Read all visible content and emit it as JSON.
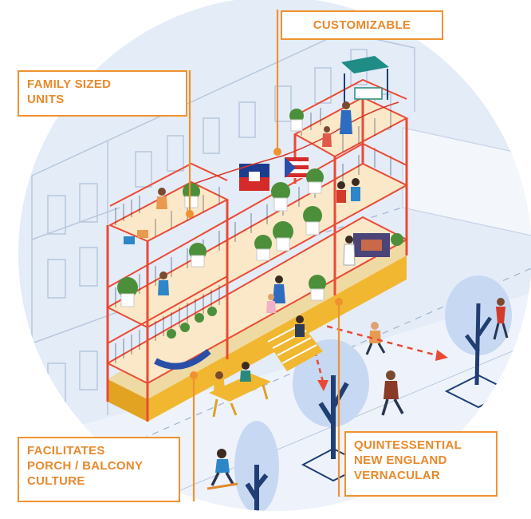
{
  "callouts": {
    "customizable": {
      "lines": [
        "CUSTOMIZABLE"
      ]
    },
    "family": {
      "lines": [
        "FAMILY SIZED",
        "UNITS"
      ]
    },
    "porch": {
      "lines": [
        "FACILITATES",
        "PORCH / BALCONY",
        "CULTURE"
      ]
    },
    "vernacular": {
      "lines": [
        "QUINTESSENTIAL",
        "NEW ENGLAND",
        "VERNACULAR"
      ]
    }
  },
  "colors": {
    "accent_orange": "#f0922f",
    "structure_red": "#ea4a35",
    "gold_base": "#f2b731",
    "deck": "#fbe8c8",
    "circle_bg": "#e4ecf7",
    "building_line": "#b7c7dd",
    "tree_blue": "#c7d8f2",
    "trunk": "#1f3e73",
    "plant": "#4c8f3a"
  },
  "icons": [
    "haitian-flag-icon",
    "puerto-rican-flag-icon",
    "potted-plant-icon",
    "person-icon",
    "tree-icon",
    "picnic-table-icon",
    "canopy-swing-icon"
  ]
}
